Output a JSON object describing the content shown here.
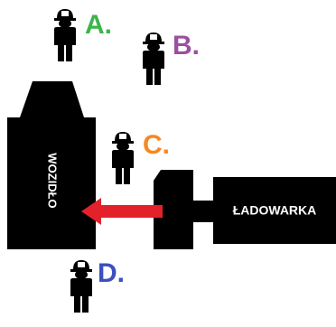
{
  "vehicle": {
    "label": "WOZIDŁO",
    "color": "#000000"
  },
  "loader": {
    "label": "ŁADOWARKA",
    "color": "#000000"
  },
  "arrow": {
    "color": "#e3212b"
  },
  "workers": [
    {
      "id": "a",
      "label": "A.",
      "color": "#3cb54a"
    },
    {
      "id": "b",
      "label": "B.",
      "color": "#9b4fa0"
    },
    {
      "id": "c",
      "label": "C.",
      "color": "#f5891f"
    },
    {
      "id": "d",
      "label": "D.",
      "color": "#3c4fbf"
    }
  ]
}
